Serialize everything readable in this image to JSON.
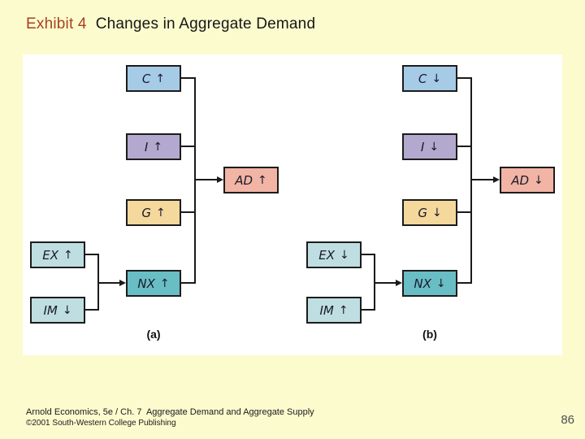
{
  "title": {
    "prefix": "Exhibit 4",
    "text": "Changes in Aggregate Demand"
  },
  "footer": {
    "line1": "Arnold Economics, 5e / Ch. 7  Aggregate Demand and Aggregate Supply",
    "line2": "©2001 South-Western College Publishing"
  },
  "page_number": "86",
  "colors": {
    "background": "#fcfbce",
    "panel": "#ffffff",
    "title_prefix": "#a54320",
    "line": "#1a1a1a",
    "consumption": "#a5cbe7",
    "investment": "#b3a9ce",
    "government": "#f4d89c",
    "aggregate_demand": "#f1b4a5",
    "exports_imports": "#bfdee1",
    "net_exports": "#69bdc5"
  },
  "diagram": {
    "type": "flowchart",
    "panels": [
      {
        "label": "(a)",
        "boxes": {
          "c": {
            "var": "C",
            "dir": "↑"
          },
          "i": {
            "var": "I",
            "dir": "↑"
          },
          "g": {
            "var": "G",
            "dir": "↑"
          },
          "ex": {
            "var": "EX",
            "dir": "↑"
          },
          "im": {
            "var": "IM",
            "dir": "↓"
          },
          "nx": {
            "var": "NX",
            "dir": "↑"
          },
          "ad": {
            "var": "AD",
            "dir": "↑"
          }
        }
      },
      {
        "label": "(b)",
        "boxes": {
          "c": {
            "var": "C",
            "dir": "↓"
          },
          "i": {
            "var": "I",
            "dir": "↓"
          },
          "g": {
            "var": "G",
            "dir": "↓"
          },
          "ex": {
            "var": "EX",
            "dir": "↓"
          },
          "im": {
            "var": "IM",
            "dir": "↑"
          },
          "nx": {
            "var": "NX",
            "dir": "↓"
          },
          "ad": {
            "var": "AD",
            "dir": "↓"
          }
        }
      }
    ]
  }
}
